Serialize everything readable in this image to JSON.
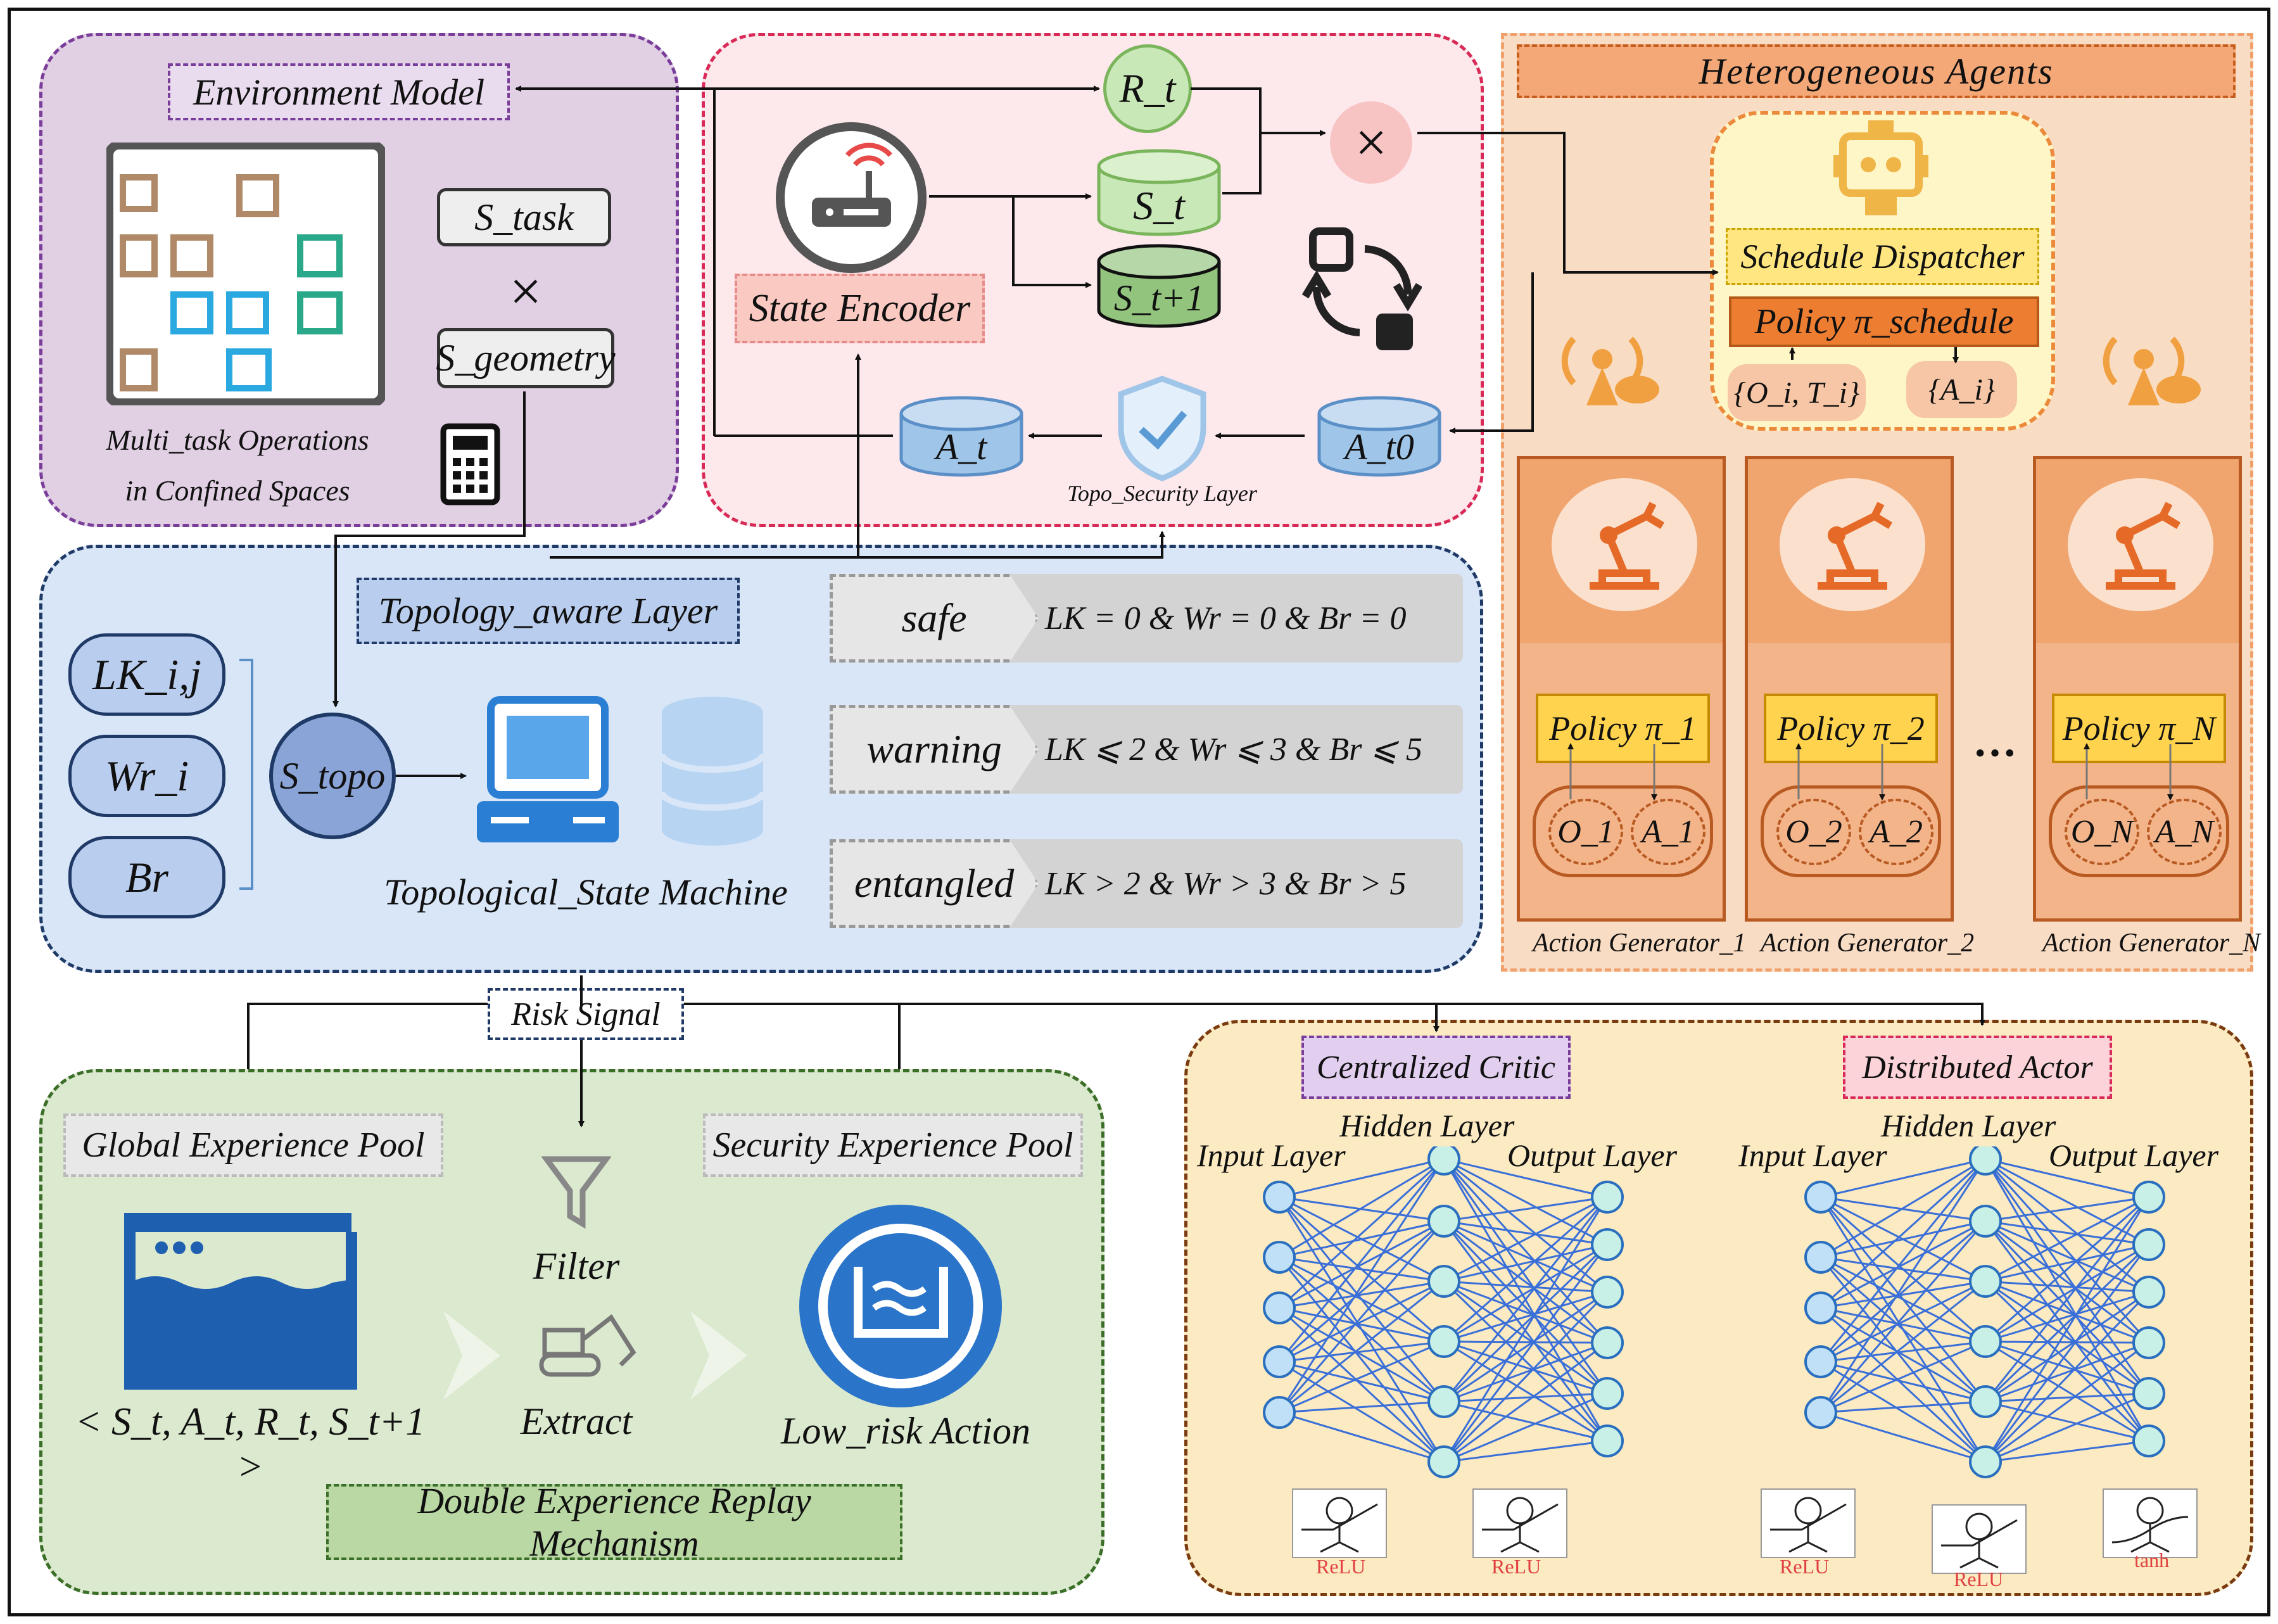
{
  "environment": {
    "title": "Environment Model",
    "s_task": "S_task",
    "times": "×",
    "s_geometry": "S_geometry",
    "caption_line1": "Multi_task Operations",
    "caption_line2": "in Confined Spaces",
    "icons": [
      "grid-map-icon",
      "calculator-icon"
    ]
  },
  "encoder": {
    "reward": "R_t",
    "state": "S_t",
    "next_state": "S_t+1",
    "title": "State Encoder",
    "action": "A_t",
    "action0": "A_t0",
    "security_layer": "Topo_Security Layer",
    "multiply": "×",
    "icons": [
      "router-icon",
      "shield-check-icon",
      "cycle-icon"
    ]
  },
  "agents": {
    "title": "Heterogeneous Agents",
    "dispatcher": "Schedule Dispatcher",
    "policy_schedule": "Policy π_schedule",
    "obs_set": "{O_i, T_i}",
    "act_set": "{A_i}",
    "ellipsis": "···",
    "generators": [
      {
        "policy": "Policy π_1",
        "o": "O_1",
        "a": "A_1",
        "label": "Action Generator_1"
      },
      {
        "policy": "Policy π_2",
        "o": "O_2",
        "a": "A_2",
        "label": "Action Generator_2"
      },
      {
        "policy": "Policy π_N",
        "o": "O_N",
        "a": "A_N",
        "label": "Action Generator_N"
      }
    ],
    "icons": [
      "robot-icon",
      "antenna-cloud-icon",
      "robot-arm-icon"
    ]
  },
  "topology": {
    "title": "Topology_aware Layer",
    "inputs": [
      "LK_i,j",
      "Wr_i",
      "Br"
    ],
    "s_topo": "S_topo",
    "machine": "Topological_State Machine",
    "states": [
      {
        "name": "safe",
        "condition": "LK = 0  &  Wr = 0  &  Br = 0"
      },
      {
        "name": "warning",
        "condition": "LK ⩽ 2  &  Wr ⩽ 3  &  Br ⩽ 5"
      },
      {
        "name": "entangled",
        "condition": "LK > 2  &  Wr > 3  &  Br > 5"
      }
    ],
    "icons": [
      "computer-icon",
      "database-icon"
    ]
  },
  "risk_signal": "Risk Signal",
  "replay": {
    "global_pool": "Global Experience Pool",
    "security_pool": "Security Experience Pool",
    "filter": "Filter",
    "extract": "Extract",
    "tuple": "< S_t, A_t, R_t, S_t+1 >",
    "low_risk": "Low_risk Action",
    "mechanism": "Double Experience Replay Mechanism",
    "icons": [
      "water-pool-icon",
      "funnel-icon",
      "excavator-icon",
      "pool-circle-icon"
    ]
  },
  "networks": {
    "critic": {
      "title": "Centralized Critic",
      "input": "Input Layer",
      "hidden": "Hidden Layer",
      "output": "Output Layer",
      "activations": [
        "ReLU",
        "ReLU"
      ]
    },
    "actor": {
      "title": "Distributed Actor",
      "input": "Input Layer",
      "hidden": "Hidden Layer",
      "output": "Output Layer",
      "activations": [
        "ReLU",
        "ReLU",
        "tanh"
      ]
    }
  },
  "colors": {
    "env_bg": "#e1cfe4",
    "encoder_bg": "#fde8ec",
    "agents_bg": "#f9dcc4",
    "topology_bg": "#d8e6f8",
    "replay_bg": "#dbe9cf",
    "networks_bg": "#fbeac2",
    "policy_orange": "#ed7d31",
    "policy_yellow": "#ffd34d",
    "node_fill": "#bfe0f7",
    "edge_blue": "#3a6fd8",
    "pool_blue": "#1f5fb0"
  }
}
